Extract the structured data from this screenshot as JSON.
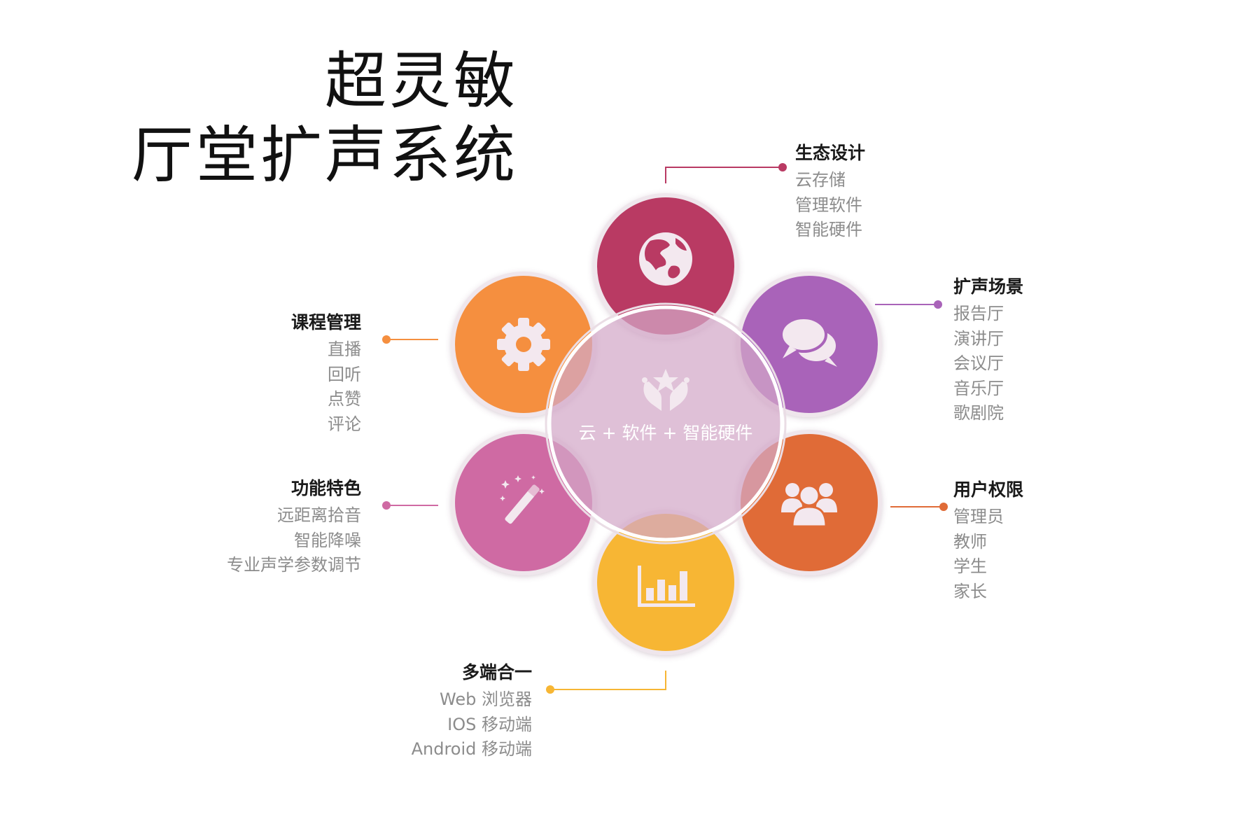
{
  "title": {
    "line1": "超灵敏",
    "line2": "厅堂扩声系统"
  },
  "center_label": "云 + 软件 + 智能硬件",
  "nodes": [
    {
      "heading": "生态设计",
      "items": [
        "云存储",
        "管理软件",
        "智能硬件"
      ],
      "color": "#b93a63",
      "icon": "globe-icon"
    },
    {
      "heading": "扩声场景",
      "items": [
        "报告厅",
        "演讲厅",
        "会议厅",
        "音乐厅",
        "歌剧院"
      ],
      "color": "#a963b9",
      "icon": "chat-bubbles-icon"
    },
    {
      "heading": "用户权限",
      "items": [
        "管理员",
        "教师",
        "学生",
        "家长"
      ],
      "color": "#e06b37",
      "icon": "users-icon"
    },
    {
      "heading": "多端合一",
      "items": [
        "Web 浏览器",
        "IOS 移动端",
        "Android 移动端"
      ],
      "color": "#f7b634",
      "icon": "bar-chart-icon"
    },
    {
      "heading": "功能特色",
      "items": [
        "远距离拾音",
        "智能降噪",
        "专业声学参数调节"
      ],
      "color": "#cf6aa3",
      "icon": "magic-wand-icon"
    },
    {
      "heading": "课程管理",
      "items": [
        "直播",
        "回听",
        "点赞",
        "评论"
      ],
      "color": "#f58f3f",
      "icon": "gear-icon"
    }
  ],
  "center_color": "#d3a8c8",
  "center_icon": "hands-star-icon"
}
